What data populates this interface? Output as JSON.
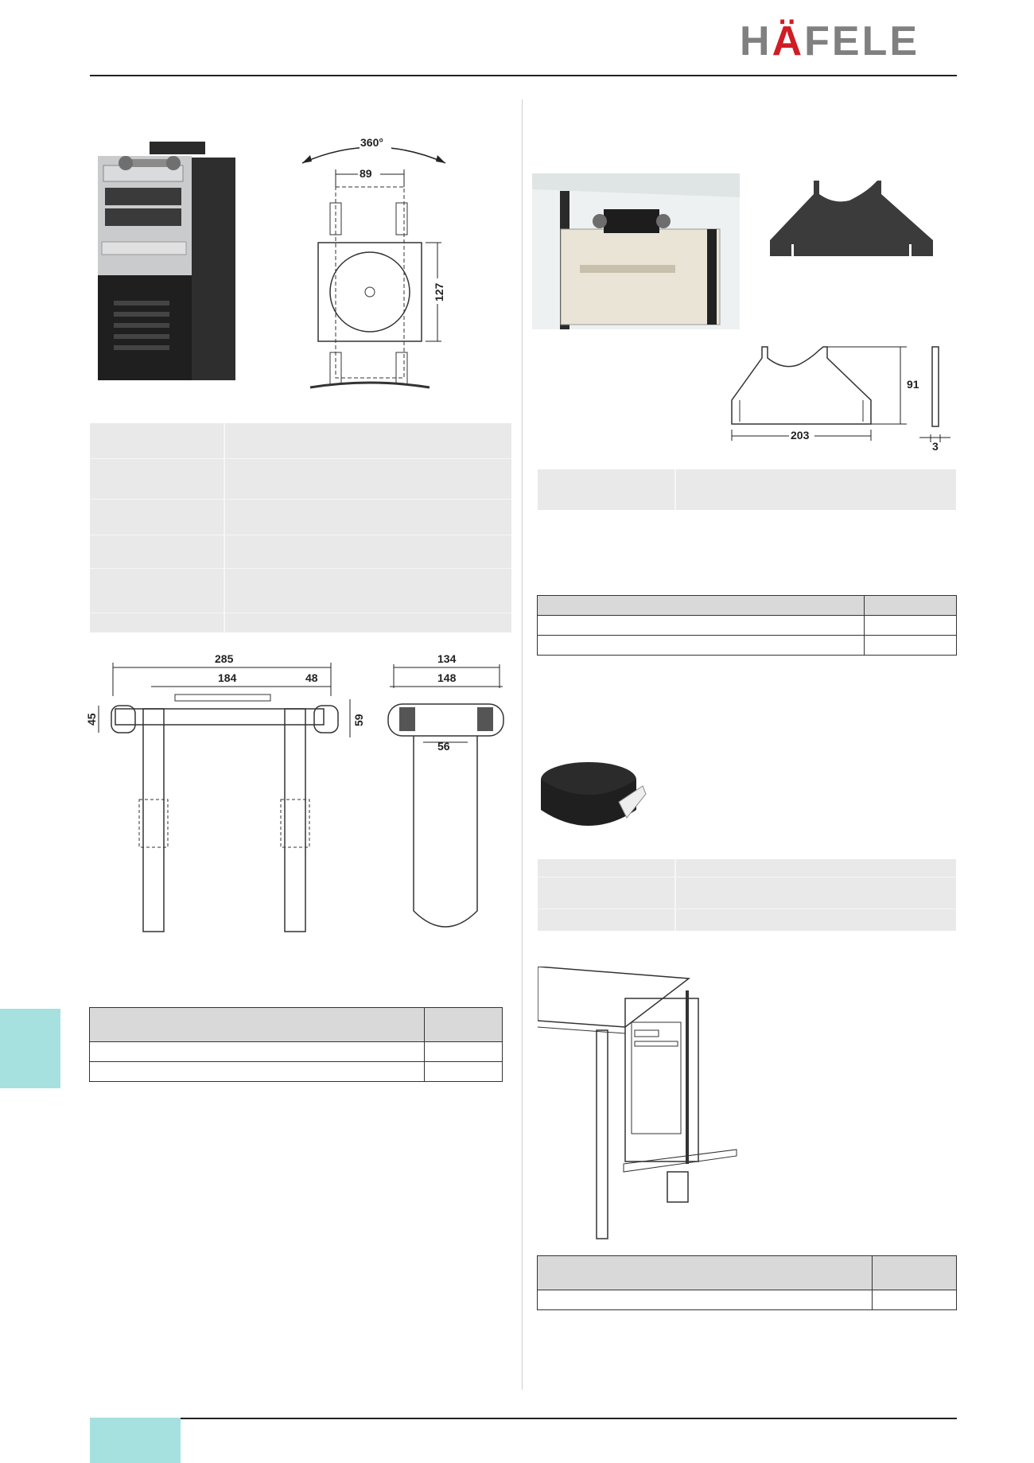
{
  "brand": {
    "logo_text": "HÄFELE",
    "logo_color": "#808080",
    "accent_color": "#d01c24"
  },
  "colors": {
    "tab": "#a6e1e0",
    "spec_bg": "#e9e9e9",
    "table_head": "#d9d9d9"
  },
  "left": {
    "holder_drawing": {
      "rotation": "360°",
      "width": "89",
      "height": "127"
    },
    "frame_drawing": {
      "overall_width": "285",
      "inner_width": "184",
      "end_width": "48",
      "left_height": "45",
      "right_height": "59",
      "top_width": "134",
      "clamp_width": "148",
      "slot_width": "56"
    }
  },
  "right": {
    "bracket_drawing": {
      "width": "203",
      "height": "91",
      "thickness": "3"
    }
  }
}
